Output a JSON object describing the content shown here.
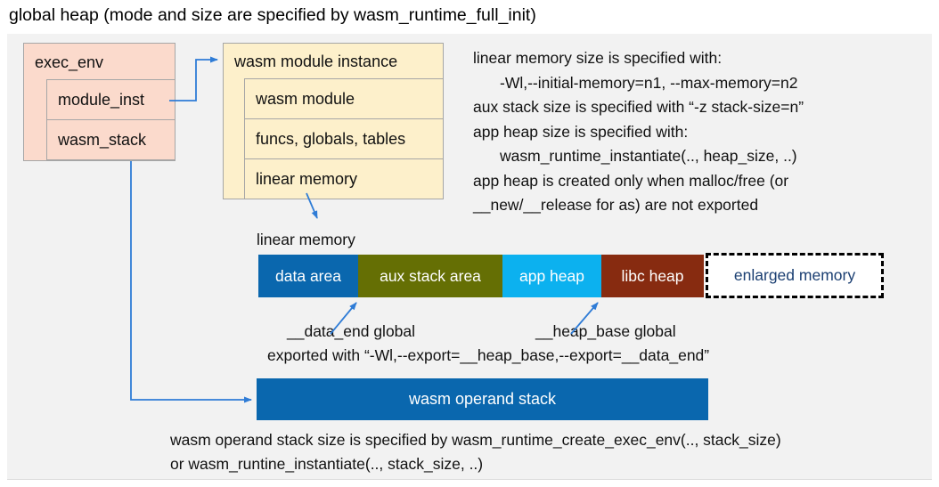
{
  "title": "global heap (mode and size are specified by wasm_runtime_full_init)",
  "exec_env_box": {
    "header": "exec_env",
    "rows": [
      "module_inst",
      "wasm_stack"
    ]
  },
  "module_instance_box": {
    "header": "wasm module instance",
    "rows": [
      "wasm module",
      "funcs, globals, tables",
      "linear memory"
    ]
  },
  "notes_right": {
    "lines": [
      "linear memory size is specified with:",
      "-Wl,--initial-memory=n1, --max-memory=n2",
      "aux stack size is specified with “-z stack-size=n”",
      "app heap size is specified with:",
      "wasm_runtime_instantiate(.., heap_size, ..)",
      "app heap is created only when malloc/free (or",
      "__new/__release for as) are not exported"
    ]
  },
  "linear_memory": {
    "label": "linear memory",
    "segments": {
      "data_area": "data area",
      "aux_stack_area": "aux stack area",
      "app_heap": "app heap",
      "libc_heap": "libc heap",
      "enlarged_memory": "enlarged memory"
    }
  },
  "annotations": {
    "data_end": "__data_end global",
    "heap_base": "__heap_base global",
    "export_line": "exported with “-Wl,--export=__heap_base,--export=__data_end”"
  },
  "operand_stack": {
    "label": "wasm operand stack",
    "note_line1": "wasm operand stack size is specified by wasm_runtime_create_exec_env(.., stack_size)",
    "note_line2": "or wasm_runtine_instantiate(.., stack_size, ..)"
  },
  "colors": {
    "panel_bg": "#F2F2F2",
    "box_pink": "#FBDACC",
    "box_cream": "#FDF0CB",
    "box_border": "#A6A6A6",
    "bar_blue": "#0A67AE",
    "bar_olive": "#656F04",
    "bar_cyan": "#0CB1EF",
    "bar_brick": "#872B10",
    "navy_text": "#1B3F72",
    "arrow_blue": "#2F7CD6",
    "text_dark": "#111111"
  }
}
